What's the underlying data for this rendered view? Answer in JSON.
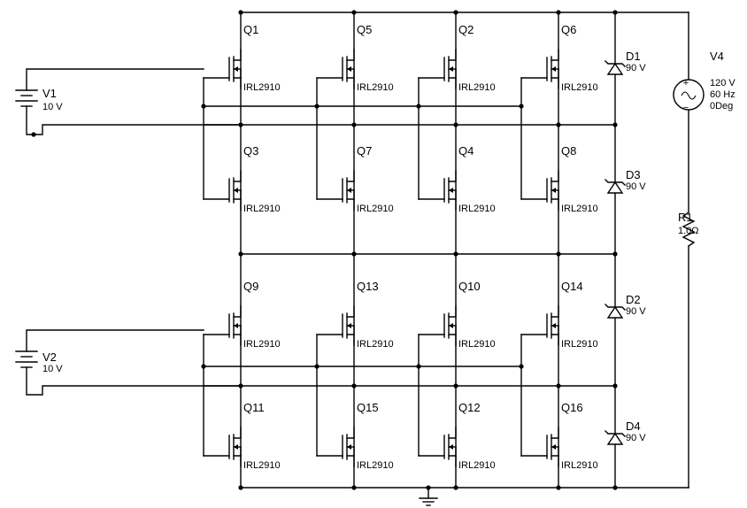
{
  "sources": {
    "v1": {
      "name": "V1",
      "value": "10 V"
    },
    "v2": {
      "name": "V2",
      "value": "10 V"
    },
    "v4": {
      "name": "V4",
      "voltage": "120 V",
      "frequency": "60 Hz",
      "phase": "0Deg"
    }
  },
  "resistor": {
    "name": "R1",
    "value": "1.0Ω"
  },
  "diodes": [
    {
      "name": "D1",
      "value": "90 V"
    },
    {
      "name": "D3",
      "value": "90 V"
    },
    {
      "name": "D2",
      "value": "90 V"
    },
    {
      "name": "D4",
      "value": "90 V"
    }
  ],
  "transistors": [
    {
      "name": "Q1",
      "part": "IRL2910"
    },
    {
      "name": "Q3",
      "part": "IRL2910"
    },
    {
      "name": "Q5",
      "part": "IRL2910"
    },
    {
      "name": "Q7",
      "part": "IRL2910"
    },
    {
      "name": "Q2",
      "part": "IRL2910"
    },
    {
      "name": "Q4",
      "part": "IRL2910"
    },
    {
      "name": "Q6",
      "part": "IRL2910"
    },
    {
      "name": "Q8",
      "part": "IRL2910"
    },
    {
      "name": "Q9",
      "part": "IRL2910"
    },
    {
      "name": "Q11",
      "part": "IRL2910"
    },
    {
      "name": "Q13",
      "part": "IRL2910"
    },
    {
      "name": "Q15",
      "part": "IRL2910"
    },
    {
      "name": "Q10",
      "part": "IRL2910"
    },
    {
      "name": "Q12",
      "part": "IRL2910"
    },
    {
      "name": "Q14",
      "part": "IRL2910"
    },
    {
      "name": "Q16",
      "part": "IRL2910"
    }
  ]
}
